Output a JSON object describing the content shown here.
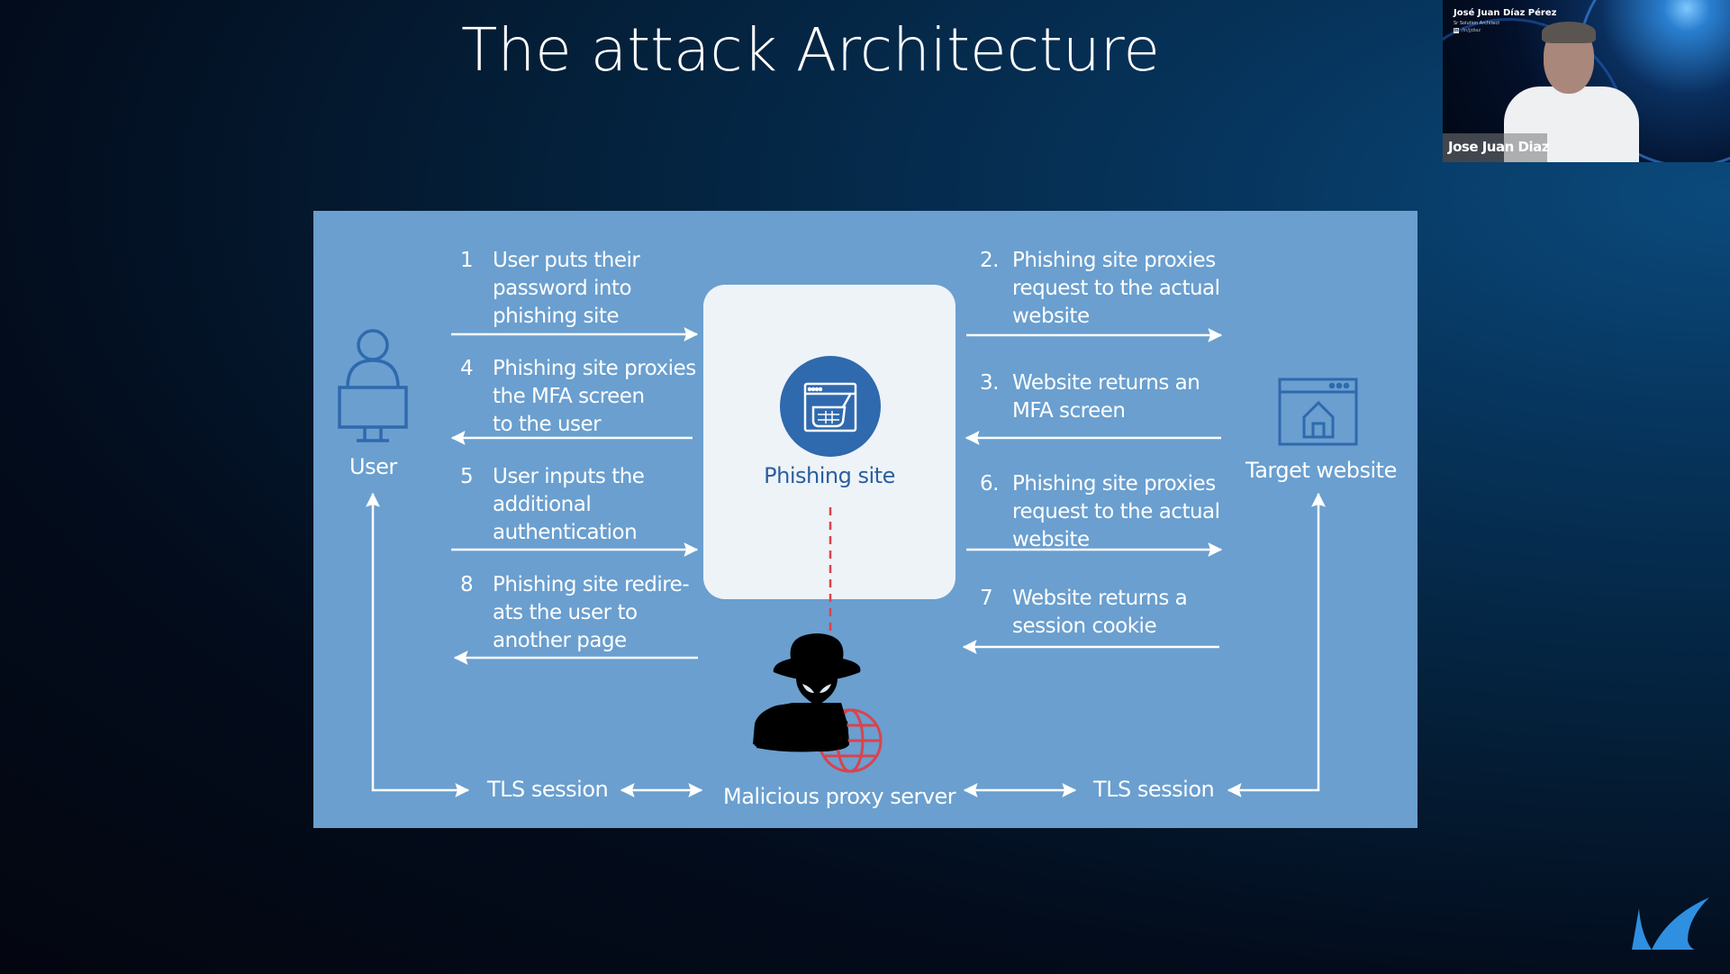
{
  "slide": {
    "title": "The attack Architecture"
  },
  "diagram": {
    "actors": {
      "user": {
        "label": "User",
        "icon": "user-at-monitor-icon"
      },
      "phishing_site": {
        "label": "Phishing site",
        "icon": "browser-keyboard-icon"
      },
      "target_website": {
        "label": "Target website",
        "icon": "browser-home-icon"
      },
      "proxy": {
        "label": "Malicious proxy server",
        "icon": "hacker-globe-icon"
      }
    },
    "steps_left": [
      {
        "num": "1",
        "lines": [
          "User puts their",
          "password into",
          "phishing site"
        ],
        "direction": "right"
      },
      {
        "num": "4",
        "lines": [
          "Phishing site proxies",
          "the MFA screen",
          "to the user"
        ],
        "direction": "left"
      },
      {
        "num": "5",
        "lines": [
          "User inputs the",
          "additional",
          "authentication"
        ],
        "direction": "right"
      },
      {
        "num": "8",
        "lines": [
          "Phishing site redire-",
          "ats the user to",
          "another page"
        ],
        "direction": "left"
      }
    ],
    "steps_right": [
      {
        "num": "2.",
        "lines": [
          "Phishing site proxies",
          "request to the actual",
          "website"
        ],
        "direction": "right"
      },
      {
        "num": "3.",
        "lines": [
          "Website returns an",
          "MFA screen"
        ],
        "direction": "left"
      },
      {
        "num": "6.",
        "lines": [
          "Phishing site proxies",
          "request to the actual",
          "website"
        ],
        "direction": "right"
      },
      {
        "num": "7",
        "lines": [
          "Website returns a",
          "session cookie"
        ],
        "direction": "left"
      }
    ],
    "tls_left": "TLS session",
    "tls_right": "TLS session",
    "colors": {
      "panel": "#6a9fcf",
      "icon_blue": "#2f69ae",
      "box": "#eef3f8",
      "danger_red": "#d9434d"
    }
  },
  "webcam": {
    "name_overlay": "José Juan Díaz Pérez",
    "role": "Sr Solution Architect",
    "linkedin_handle": "/in/jjdiaz",
    "name_bar": "Jose Juan Diaz"
  },
  "branding": {
    "logo": "shark-fin-logo",
    "logo_color": "#2f8fe0"
  }
}
